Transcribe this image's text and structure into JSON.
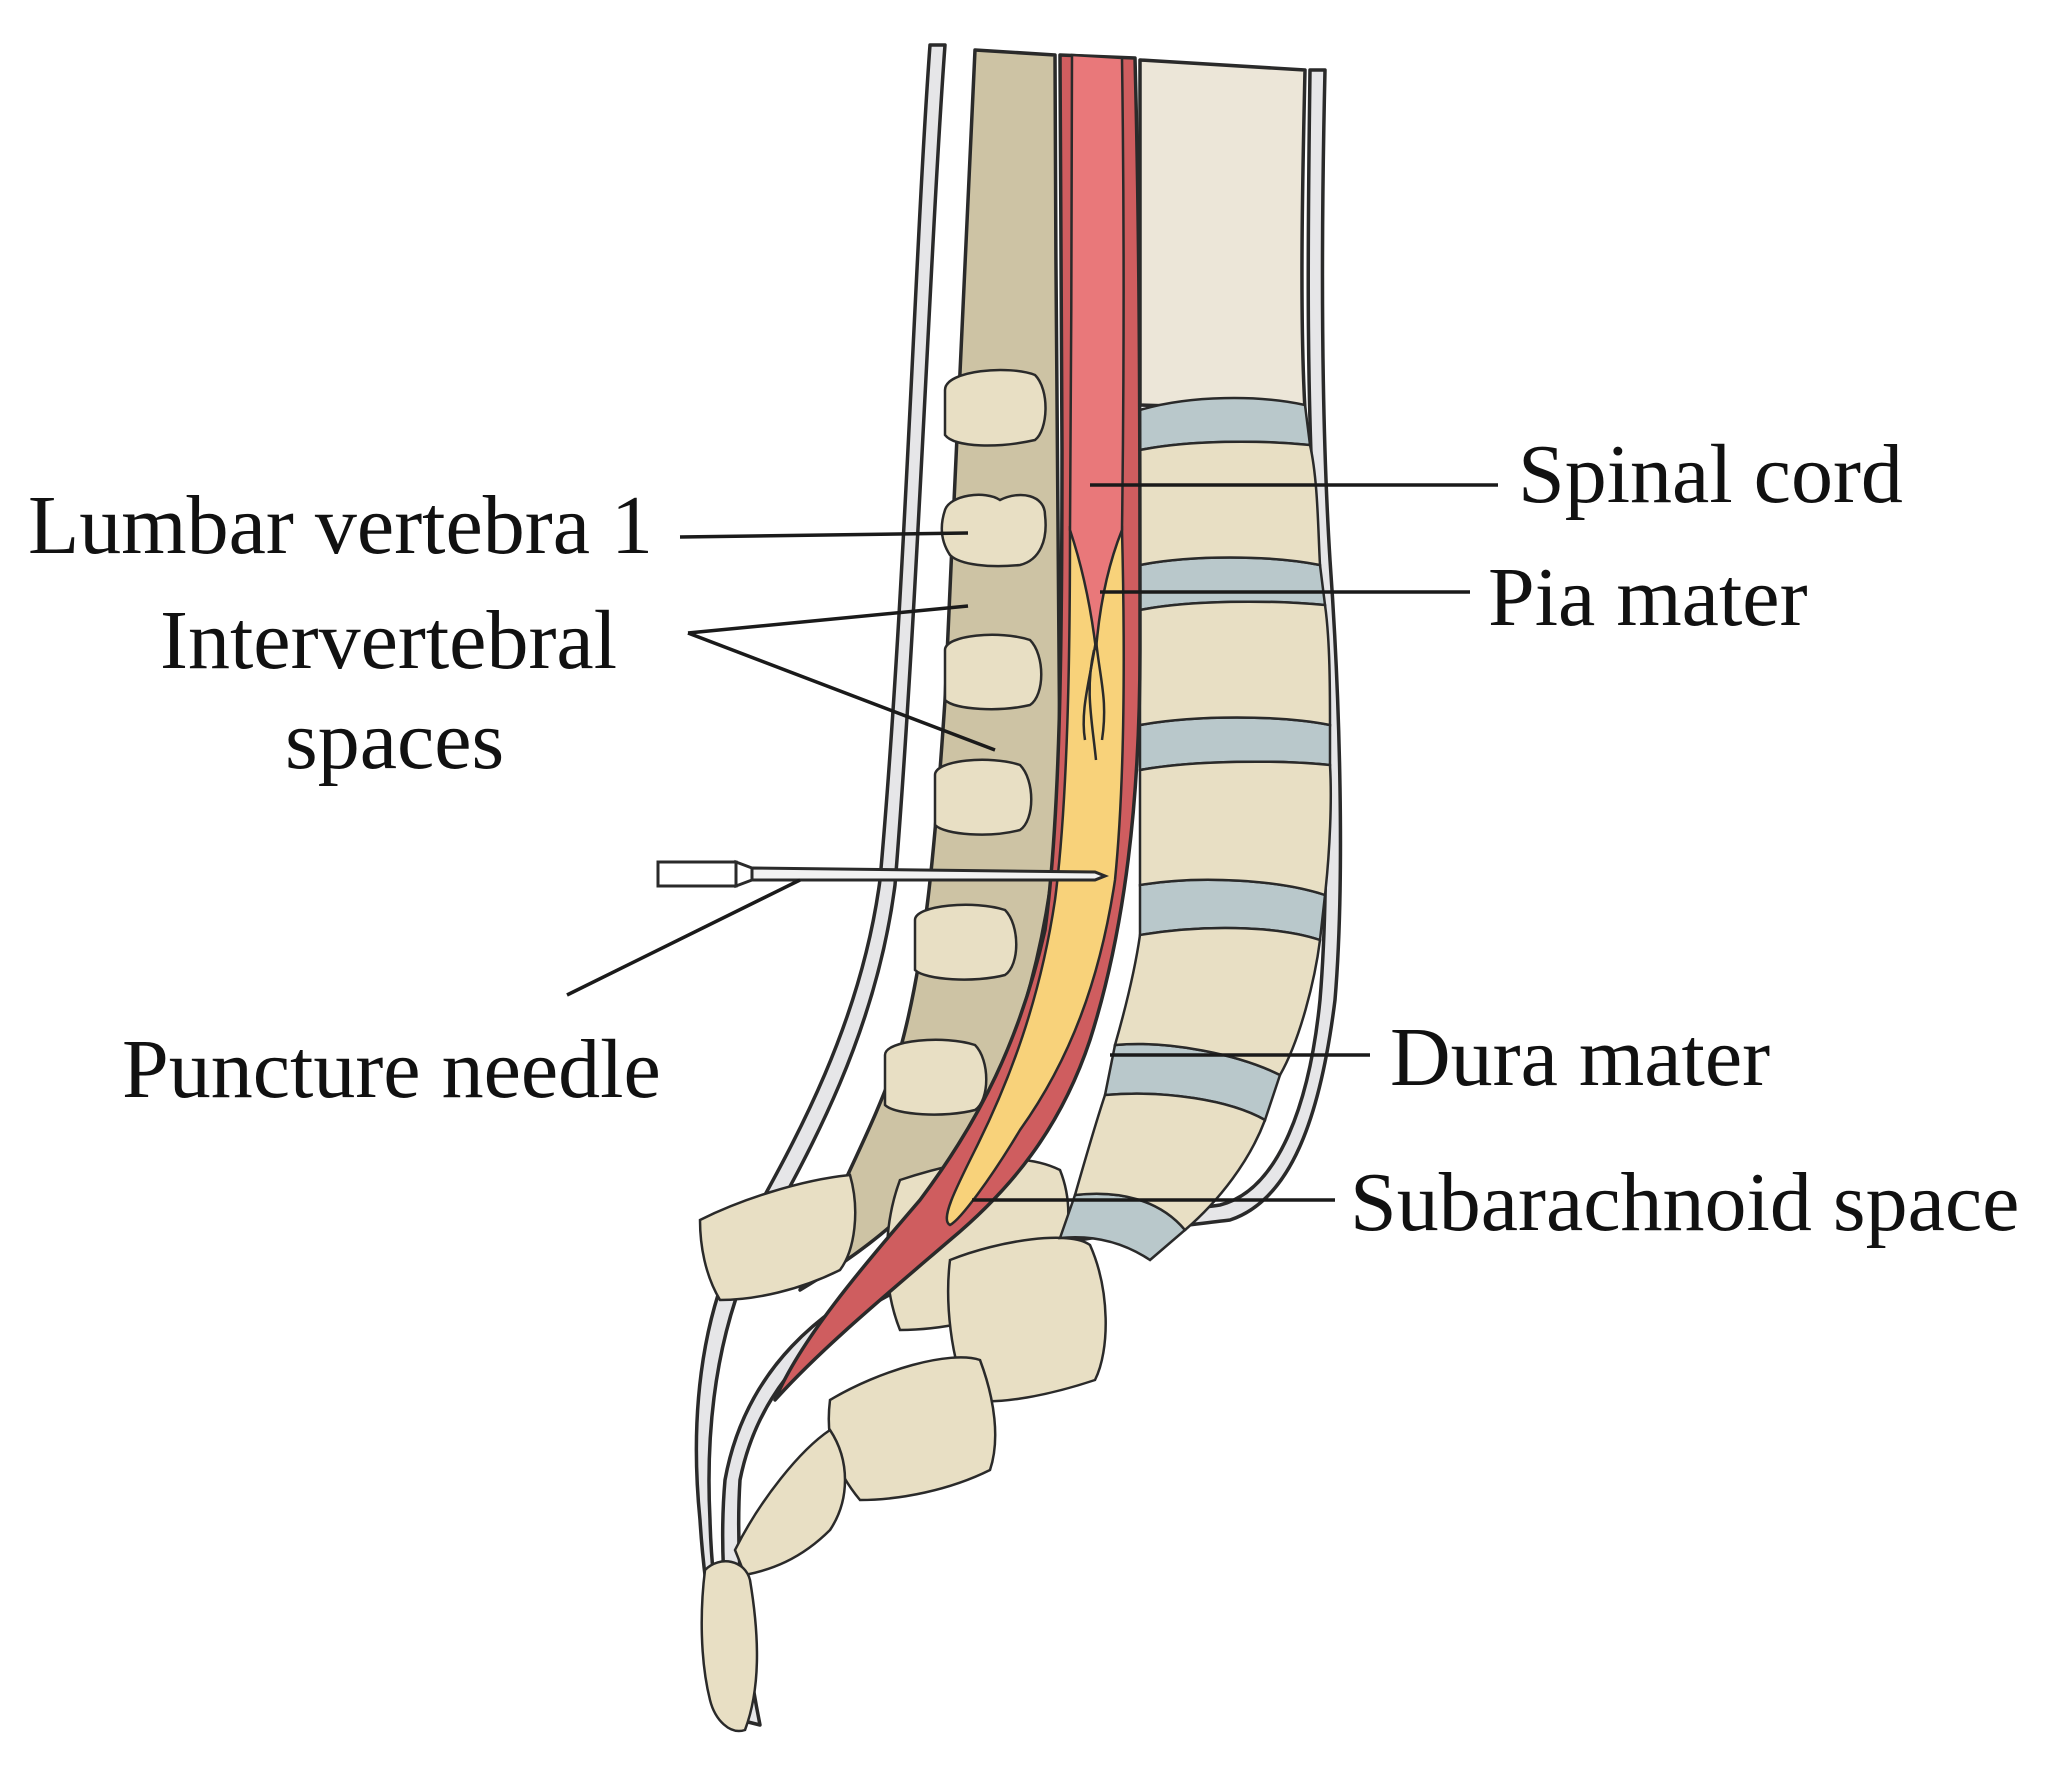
{
  "labels": {
    "lumbar_vertebra_1": "Lumbar vertebra 1",
    "intervertebral_line1": "Intervertebral",
    "intervertebral_line2": "spaces",
    "puncture_needle": "Puncture needle",
    "spinal_cord": "Spinal cord",
    "pia_mater": "Pia mater",
    "dura_mater": "Dura mater",
    "subarachnoid_space": "Subarachnoid space"
  },
  "colors": {
    "vertebral_body": "#e8dfc4",
    "disc": "#b9c8cb",
    "posterior_column": "#cdc3a4",
    "spinal_cord": "#e9787a",
    "dura": "#cf5d5f",
    "subarachnoid_csf": "#f8d27a",
    "upper_column": "#ece6d8",
    "skin_layer": "#e6e6e8"
  }
}
